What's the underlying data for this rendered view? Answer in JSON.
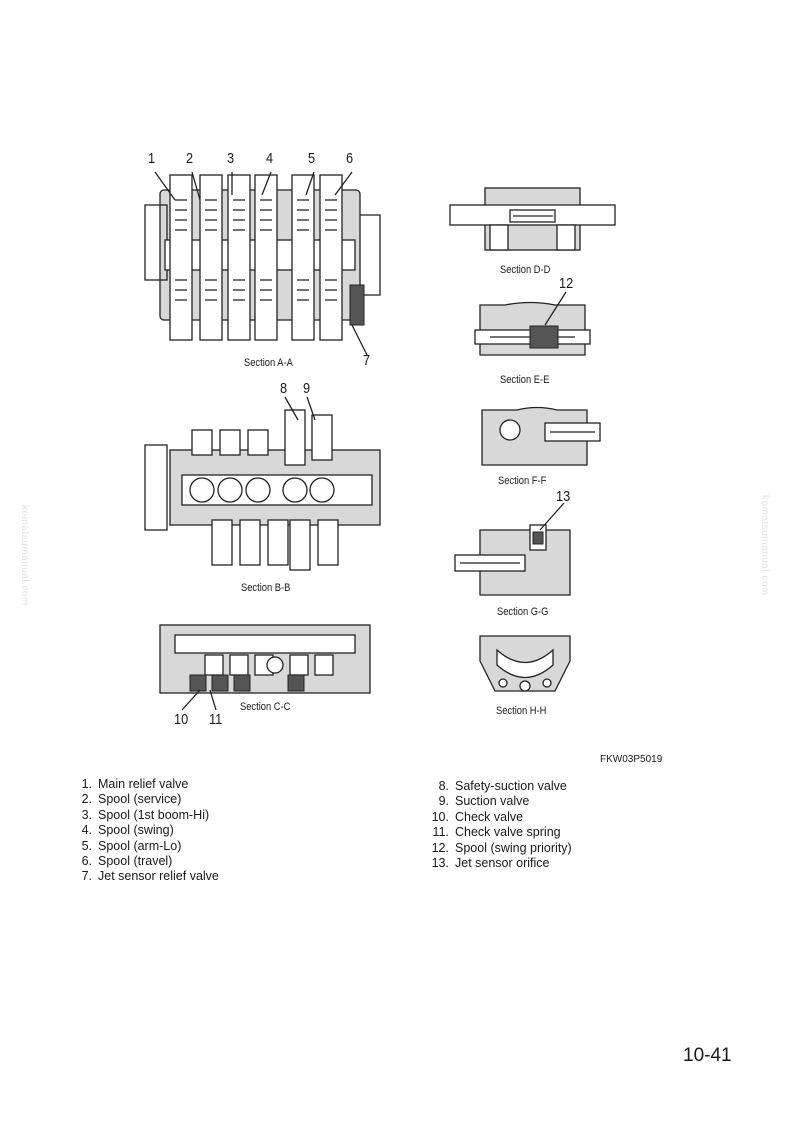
{
  "figure_code": "FKW03P5019",
  "page_number": "10-41",
  "watermark": "komatsumanual.com",
  "callouts": [
    "1",
    "2",
    "3",
    "4",
    "5",
    "6",
    "7",
    "8",
    "9",
    "10",
    "11",
    "12",
    "13"
  ],
  "sections": {
    "aa": "Section A-A",
    "bb": "Section B-B",
    "cc": "Section C-C",
    "dd": "Section D-D",
    "ee": "Section E-E",
    "ff": "Section F-F",
    "gg": "Section G-G",
    "hh": "Section H-H"
  },
  "legend_left": [
    {
      "num": "1.",
      "text": "Main relief valve"
    },
    {
      "num": "2.",
      "text": "Spool (service)"
    },
    {
      "num": "3.",
      "text": "Spool (1st boom-Hi)"
    },
    {
      "num": "4.",
      "text": "Spool (swing)"
    },
    {
      "num": "5.",
      "text": "Spool (arm-Lo)"
    },
    {
      "num": "6.",
      "text": "Spool (travel)"
    },
    {
      "num": "7.",
      "text": "Jet sensor relief valve"
    }
  ],
  "legend_right": [
    {
      "num": "8.",
      "text": "Safety-suction valve"
    },
    {
      "num": "9.",
      "text": "Suction valve"
    },
    {
      "num": "10.",
      "text": "Check valve"
    },
    {
      "num": "11.",
      "text": "Check valve spring"
    },
    {
      "num": "12.",
      "text": "Spool (swing priority)"
    },
    {
      "num": "13.",
      "text": "Jet sensor orifice"
    }
  ]
}
